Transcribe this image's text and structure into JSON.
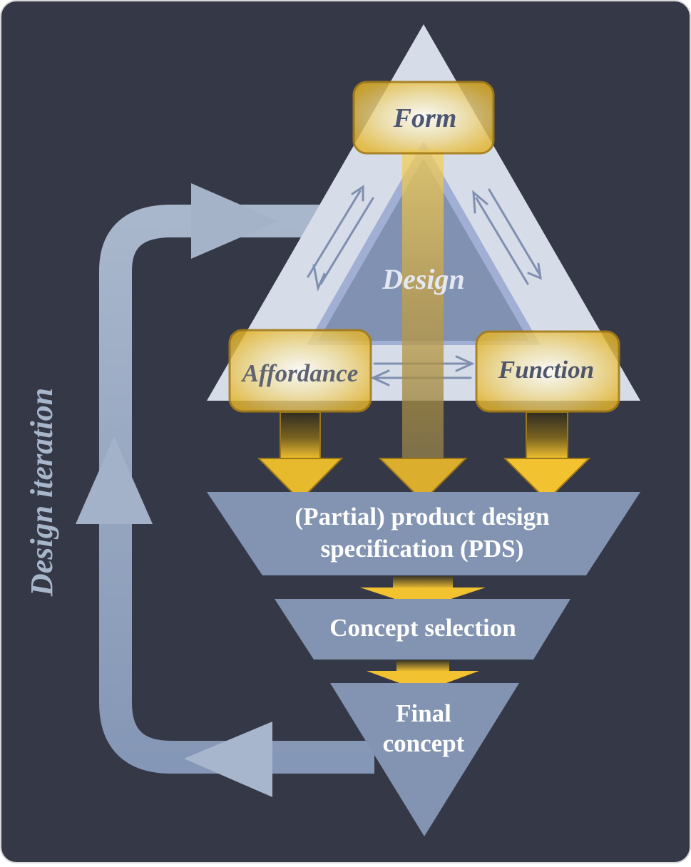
{
  "diagram": {
    "side_label": "Design iteration",
    "triangle": {
      "center": "Design",
      "top": "Form",
      "bottom_left": "Affordance",
      "bottom_right": "Function"
    },
    "stages": {
      "pds_line1": "(Partial) product design",
      "pds_line2": "specification (PDS)",
      "concept_selection": "Concept selection",
      "final_line1": "Final",
      "final_line2": "concept"
    },
    "colors": {
      "background": "#353846",
      "triangle_fill": "#d6dce8",
      "inner_triangle": "#8493b3",
      "stage_fill": "#8294b1",
      "loop": "#a0b0c8",
      "gold": "#f2c230",
      "box_border": "#a67c17"
    }
  }
}
